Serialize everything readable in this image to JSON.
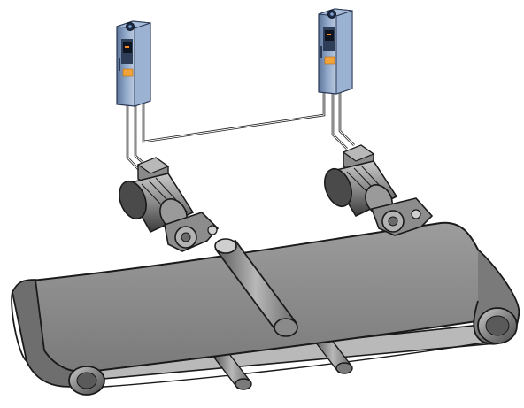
{
  "scene": {
    "description_visible_text": "",
    "colors": {
      "background": "#ffffff",
      "outline": "#1a1a1a",
      "drive_body_light": "#c9d5e6",
      "drive_body_mid": "#8ea6c8",
      "drive_body_dark": "#5c7598",
      "drive_face": "#2e3e58",
      "drive_display": "#0e1420",
      "drive_display_led": "#ff8a2a",
      "drive_indicator": "#f2a33a",
      "motor_light": "#b3b3b3",
      "motor_mid": "#7d7d7d",
      "motor_dark": "#454545",
      "belt_top": "#8f8f8f",
      "belt_side": "#6e6e6e",
      "belt_shadow": "#c8c8c8",
      "roller": "#9a9a9a"
    },
    "drives": [
      {
        "id": "drive-left",
        "icon": "variable-frequency-drive-icon"
      },
      {
        "id": "drive-right",
        "icon": "variable-frequency-drive-icon"
      }
    ],
    "motors": [
      {
        "id": "motor-left",
        "icon": "electric-motor-icon"
      },
      {
        "id": "motor-right",
        "icon": "electric-motor-icon"
      }
    ],
    "conveyor": {
      "icon": "conveyor-belt-icon",
      "rollers": 4
    }
  }
}
